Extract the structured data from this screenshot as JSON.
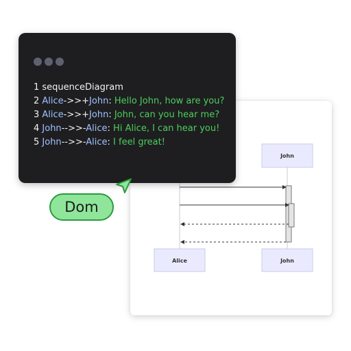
{
  "diagram": {
    "actors_top": [
      "John"
    ],
    "actors_bottom": [
      "Alice",
      "John"
    ],
    "messages": [
      {
        "style": "solid"
      },
      {
        "style": "solid"
      },
      {
        "style": "dashed"
      },
      {
        "style": "dashed"
      }
    ]
  },
  "editor": {
    "lines": [
      [
        {
          "t": "1 sequenceDiagram",
          "k": "default"
        }
      ],
      [
        {
          "t": "2 ",
          "k": "default"
        },
        {
          "t": "Alice",
          "k": "actor"
        },
        {
          "t": "->>+",
          "k": "default"
        },
        {
          "t": "John",
          "k": "actor"
        },
        {
          "t": ": ",
          "k": "default"
        },
        {
          "t": "Hello John, how are you?",
          "k": "message"
        }
      ],
      [
        {
          "t": "3 ",
          "k": "default"
        },
        {
          "t": "Alice",
          "k": "actor"
        },
        {
          "t": "->>+",
          "k": "default"
        },
        {
          "t": "John",
          "k": "actor"
        },
        {
          "t": ": ",
          "k": "default"
        },
        {
          "t": "John, can you hear me?",
          "k": "message"
        }
      ],
      [
        {
          "t": "4 ",
          "k": "default"
        },
        {
          "t": "John",
          "k": "actor"
        },
        {
          "t": "-->>-",
          "k": "default"
        },
        {
          "t": "Alice",
          "k": "actor"
        },
        {
          "t": ": ",
          "k": "default"
        },
        {
          "t": "Hi Alice, I can hear you!",
          "k": "message"
        }
      ],
      [
        {
          "t": "5 ",
          "k": "default"
        },
        {
          "t": "John",
          "k": "actor"
        },
        {
          "t": "-->>-",
          "k": "default"
        },
        {
          "t": "Alice",
          "k": "actor"
        },
        {
          "t": ": ",
          "k": "default"
        },
        {
          "t": "I feel great!",
          "k": "message"
        }
      ]
    ]
  },
  "collaborator": {
    "name": "Dom",
    "tag_color": "#8fe59a",
    "border_color": "#2b9a3e",
    "cursor_icon": "pointer-arrow-icon"
  },
  "colors": {
    "actor_token": "#9fc3ff",
    "message_token": "#4ccf5c",
    "editor_bg": "#1e1e20",
    "actor_box_fill": "#eaeaff"
  }
}
